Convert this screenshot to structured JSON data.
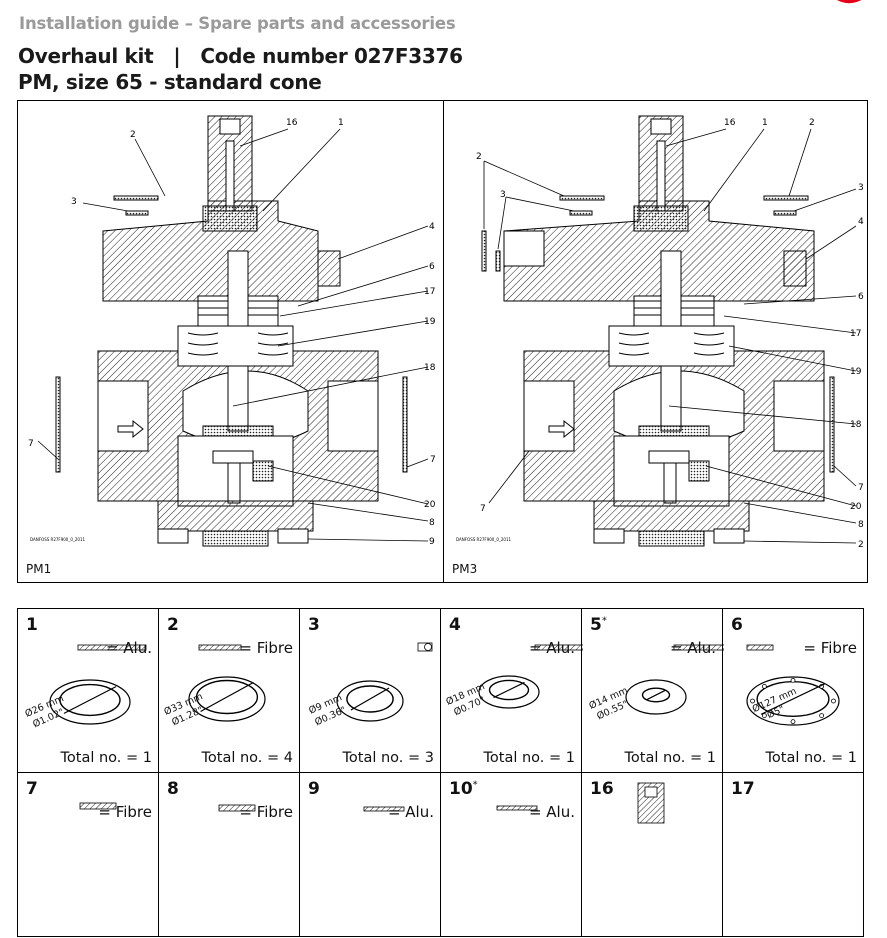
{
  "header": {
    "guide_title": "Installation guide – Spare parts and accessories",
    "title_line1": "Overhaul kit   |   Code number 027F3376",
    "title_line2": "PM, size 65 - standard cone"
  },
  "drawings": {
    "left_label": "PM1",
    "right_label": "PM3",
    "left_callouts": [
      "2",
      "16",
      "1",
      "3",
      "4",
      "6",
      "17",
      "19",
      "18",
      "7",
      "20",
      "8",
      "9"
    ],
    "right_callouts": [
      "2",
      "16",
      "1",
      "2",
      "3",
      "3",
      "4",
      "6",
      "17",
      "19",
      "18",
      "7",
      "7",
      "20",
      "8",
      "2"
    ],
    "small_text": "DANFOSS R27F900_0_2011"
  },
  "parts": [
    {
      "num": "1",
      "sup": "",
      "material": "= Alu.",
      "dim_mm": "Ø26 mm",
      "dim_in": "Ø1.02\"",
      "total": "Total no. = 1"
    },
    {
      "num": "2",
      "sup": "",
      "material": "= Fibre",
      "dim_mm": "Ø33 mm",
      "dim_in": "Ø1.28\"",
      "total": "Total no. = 4"
    },
    {
      "num": "3",
      "sup": "",
      "material": "",
      "dim_mm": "Ø9 mm",
      "dim_in": "Ø0.36\"",
      "total": "Total no. = 3"
    },
    {
      "num": "4",
      "sup": "",
      "material": "= Alu.",
      "dim_mm": "Ø18 mm",
      "dim_in": "Ø0.70\"",
      "total": "Total no. = 1"
    },
    {
      "num": "5",
      "sup": "*",
      "material": "= Alu.",
      "dim_mm": "Ø14 mm",
      "dim_in": "Ø0.55\"",
      "total": "Total no. = 1"
    },
    {
      "num": "6",
      "sup": "",
      "material": "= Fibre",
      "dim_mm": "Ø127 mm",
      "dim_in": "Ø5\"",
      "total": "Total no. = 1"
    },
    {
      "num": "7",
      "sup": "",
      "material": "= Fibre"
    },
    {
      "num": "8",
      "sup": "",
      "material": "= Fibre"
    },
    {
      "num": "9",
      "sup": "",
      "material": "= Alu."
    },
    {
      "num": "10",
      "sup": "*",
      "material": "= Alu."
    },
    {
      "num": "16",
      "sup": "",
      "material": ""
    },
    {
      "num": "17",
      "sup": "",
      "material": ""
    }
  ]
}
